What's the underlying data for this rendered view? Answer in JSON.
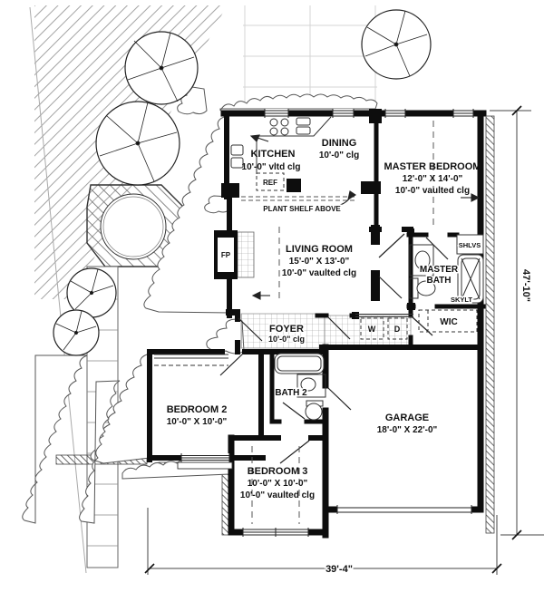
{
  "plan": {
    "type": "residential-floor-plan"
  },
  "rooms": {
    "kitchen": {
      "label": "KITCHEN",
      "ceiling": "10'-0\" vltd clg"
    },
    "dining": {
      "label": "DINING",
      "ceiling": "10'-0\" clg"
    },
    "master_bedroom": {
      "label": "MASTER BEDROOM",
      "size": "12'-0\" X 14'-0\"",
      "ceiling": "10'-0\" vaulted clg"
    },
    "living_room": {
      "label": "LIVING ROOM",
      "size": "15'-0\" X 13'-0\"",
      "ceiling": "10'-0\" vaulted clg"
    },
    "foyer": {
      "label": "FOYER",
      "ceiling": "10'-0\" clg"
    },
    "master_bath": {
      "label_line1": "MASTER",
      "label_line2": "BATH"
    },
    "wic": {
      "label": "WIC"
    },
    "bedroom2": {
      "label": "BEDROOM 2",
      "size": "10'-0\" X 10'-0\""
    },
    "bath2": {
      "label": "BATH 2"
    },
    "bedroom3": {
      "label": "BEDROOM 3",
      "size": "10'-0\" X 10'-0\"",
      "ceiling": "10'-0\" vaulted clg"
    },
    "garage": {
      "label": "GARAGE",
      "size": "18'-0\" X 22'-0\""
    }
  },
  "annotations": {
    "plant_shelf": "PLANT SHELF ABOVE",
    "refrigerator": "REF",
    "fireplace": "FP",
    "shelves": "SHLVS",
    "skylight": "SKYLT",
    "washer": "W",
    "dryer": "D"
  },
  "dimensions": {
    "right_side": "47'-10\"",
    "bottom": "39'-4\""
  },
  "colors": {
    "ink": "#111111",
    "wall": "#0d0d0d",
    "thin_line": "#333333",
    "hatch": "#888888",
    "faint": "#d4d4d4"
  }
}
